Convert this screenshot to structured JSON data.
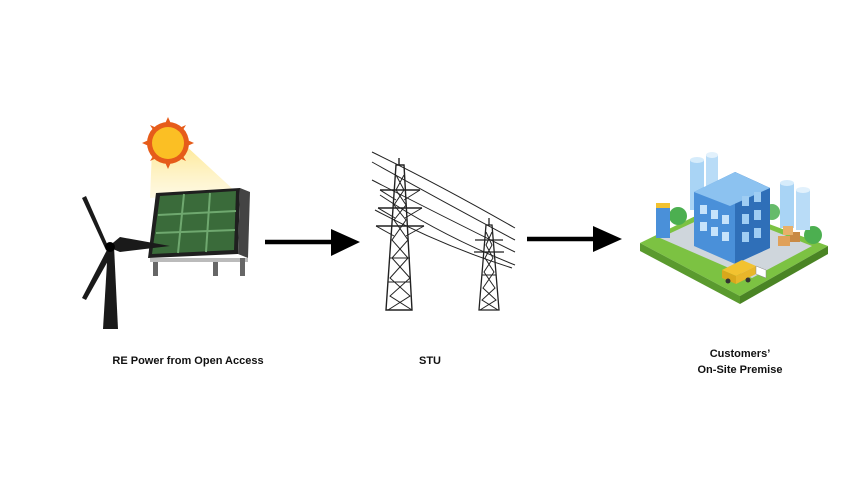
{
  "nodes": [
    {
      "id": "source",
      "icon": "wind-solar-icon",
      "lines": [
        "RE Power from Open Access"
      ]
    },
    {
      "id": "stu",
      "icon": "transmission-tower-icon",
      "lines": [
        "STU"
      ]
    },
    {
      "id": "customer",
      "icon": "factory-icon",
      "lines": [
        "Customers’",
        "On-Site Premise"
      ]
    }
  ],
  "edges": [
    {
      "from": "source",
      "to": "stu"
    },
    {
      "from": "stu",
      "to": "customer"
    }
  ],
  "colors": {
    "arrow": "#000000",
    "sun": "#f7a21b",
    "panel": "#3a6b3a",
    "building": "#4a90d9",
    "grass": "#7cc242"
  }
}
